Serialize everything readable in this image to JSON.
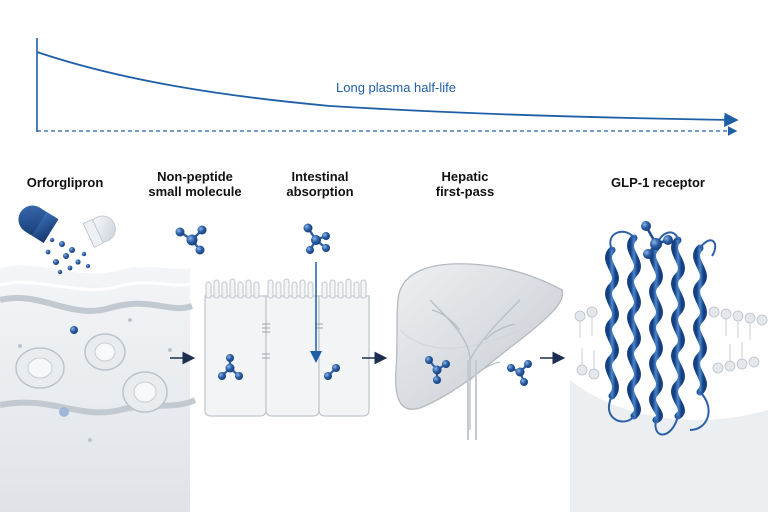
{
  "curve": {
    "label": "Long plasma half-life"
  },
  "stages": [
    {
      "label": "Orforglipron"
    },
    {
      "label": "Non-peptide\nsmall molecule"
    },
    {
      "label": "Intestinal\nabsorption"
    },
    {
      "label": "Hepatic\nfirst-pass"
    },
    {
      "label": "GLP-1 receptor"
    }
  ],
  "colors": {
    "accent": "#1f5fa8",
    "accent_dark": "#163e7a",
    "molecule": "#2b5fa6",
    "tissue": "#dfe3e8",
    "tissue_light": "#eef1f4"
  }
}
